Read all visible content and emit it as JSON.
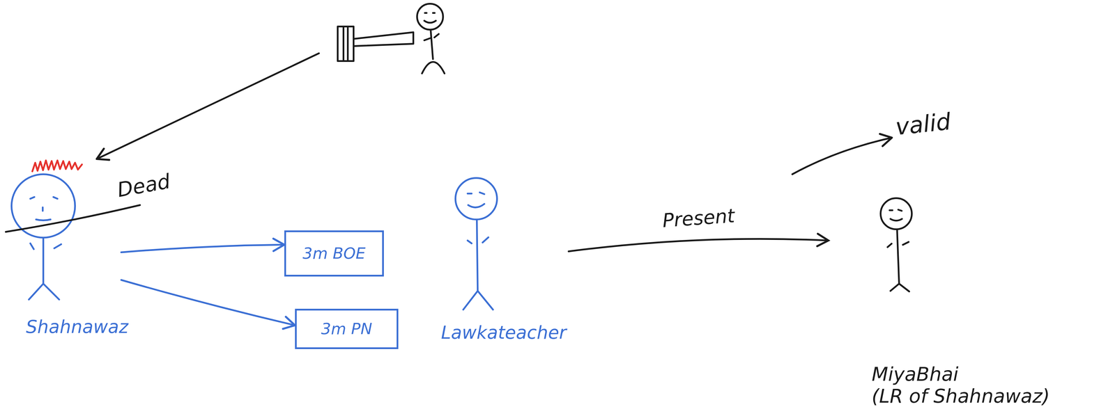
{
  "diagram": {
    "nodes": [
      {
        "text": [
          "Shahnawaz"
        ]
      },
      {
        "text": [
          "3m BOE"
        ]
      },
      {
        "text": [
          "3m PN"
        ]
      },
      {
        "text": [
          "Lawkateacher"
        ]
      },
      {
        "text": [
          "MiyaBhai",
          "(LR of Shahnawaz)"
        ]
      }
    ],
    "edges": [
      {
        "from": 0,
        "to": 1,
        "arrow": "to"
      },
      {
        "from": 0,
        "to": 2,
        "arrow": "to"
      },
      {
        "from": 3,
        "to": 4,
        "label": "Present",
        "arrow": "to"
      }
    ],
    "labels": [
      "Dead",
      "valid"
    ]
  }
}
